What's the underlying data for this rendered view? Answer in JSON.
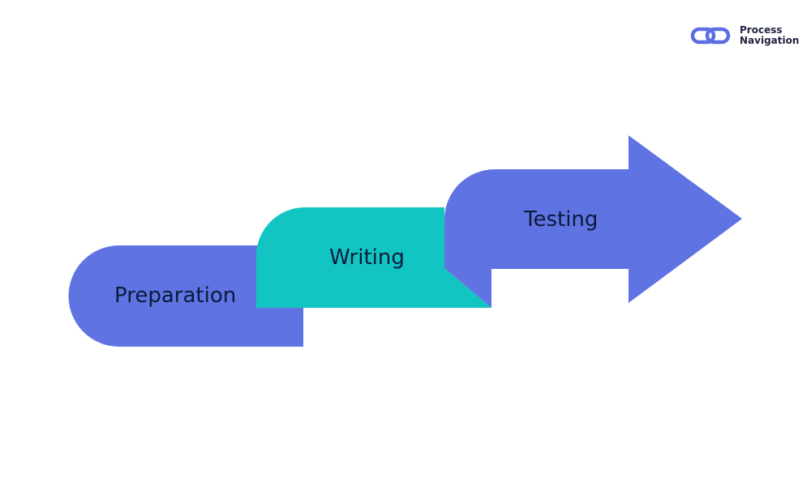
{
  "brand": {
    "name_line1": "Process",
    "name_line2": "Navigation",
    "icon": "chain-link-logo-icon",
    "color": "#5b6de3"
  },
  "steps": [
    {
      "label": "Preparation",
      "color": "#6073e3"
    },
    {
      "label": "Writing",
      "color": "#12c4c2"
    },
    {
      "label": "Testing",
      "color": "#6073e3"
    }
  ],
  "colors": {
    "primary": "#6073e3",
    "accent": "#12c4c2",
    "text": "#0c1a3a",
    "background": "#ffffff"
  }
}
